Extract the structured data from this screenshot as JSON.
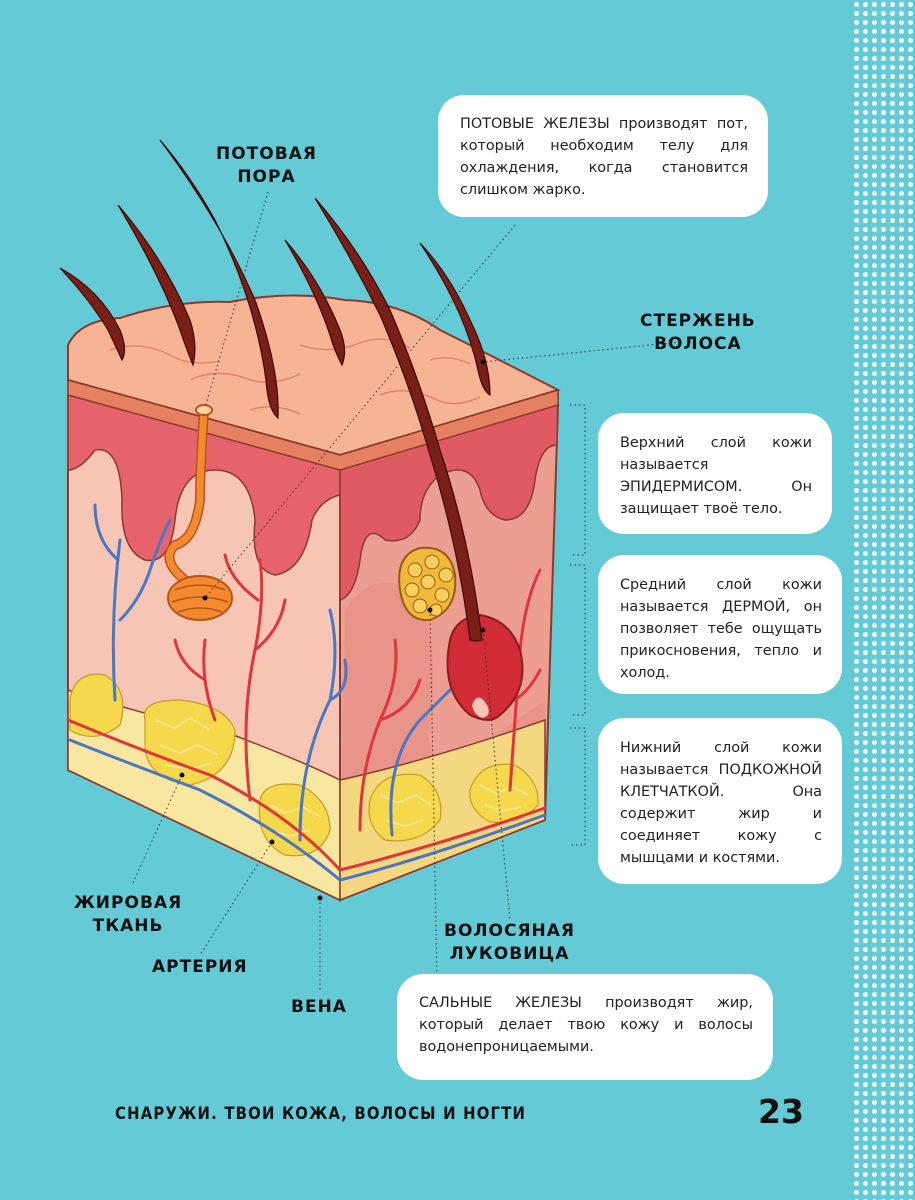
{
  "labels": {
    "sweat_pore": [
      "ПОТОВАЯ",
      "ПОРА"
    ],
    "hair_shaft": [
      "СТЕРЖЕНЬ",
      "ВОЛОСА"
    ],
    "fat_tissue": [
      "ЖИРОВАЯ",
      "ТКАНЬ"
    ],
    "artery": "АРТЕРИЯ",
    "vein": "ВЕНА",
    "hair_bulb": [
      "ВОЛОСЯНАЯ",
      "ЛУКОВИЦА"
    ]
  },
  "boxes": {
    "sweat_glands": "ПОТОВЫЕ ЖЕЛЕЗЫ производят пот, который необходим телу для охлаждения, когда становится слишком жарко.",
    "epidermis": "Верхний слой кожи называется ЭПИДЕРМИСОМ. Он защищает твоё тело.",
    "dermis": "Средний слой кожи называется ДЕРМОЙ, он позволяет тебе ощущать прикосновения, тепло и холод.",
    "subcutaneous": "Нижний слой кожи называется ПОДКОЖНОЙ КЛЕТЧАТКОЙ. Она содержит жир и соединяет кожу с мышцами и костями.",
    "sebaceous": "САЛЬНЫЕ ЖЕЛЕЗЫ производят жир, который делает твою кожу и волосы водонепроницаемыми."
  },
  "footer": {
    "title": "СНАРУЖИ. ТВОИ КОЖА, ВОЛОСЫ И НОГТИ",
    "page_number": "23"
  },
  "colors": {
    "background": "#63cad6",
    "epidermis": "#f2a38c",
    "dermis": "#f7c1ae",
    "fat": "#f8e07a",
    "hair": "#7a1e18",
    "artery": "#e0353b",
    "vein": "#4a76c4",
    "sweat_gland": "#f07f2a"
  }
}
